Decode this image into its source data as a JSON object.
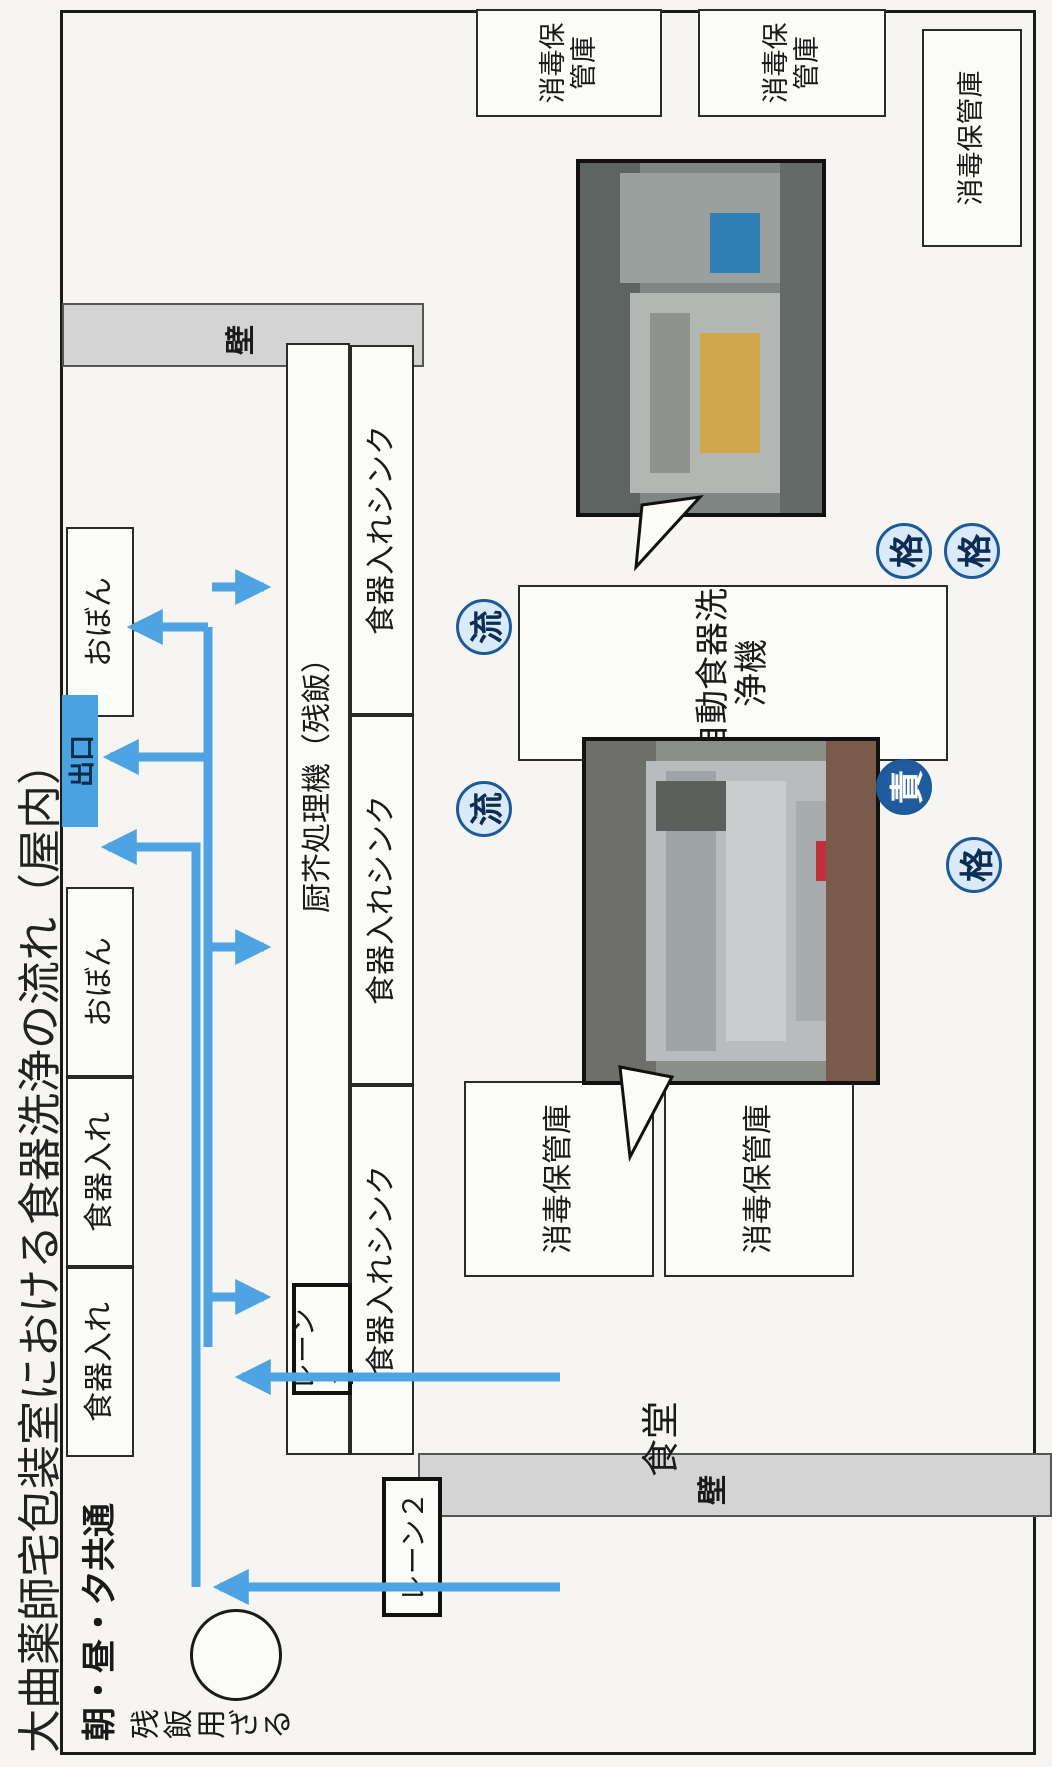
{
  "title": "大曲薬師宅包装室における食器洗浄の流れ（屋内）",
  "subtitle": "朝・昼・夕共通",
  "leftovers_label": "残飯用ざる",
  "bins": {
    "shokki_ire_1": "食器入れ",
    "shokki_ire_2": "食器入れ",
    "obon_1": "おぼん",
    "obon_2": "おぼん"
  },
  "exit_label": "出口",
  "wall_label": "壁",
  "garbage_machine": "厨芥処理機（残飯）",
  "sinks": [
    "食器入れシンク",
    "食器入れシンク",
    "食器入れシンク"
  ],
  "lanes": [
    "レーン１",
    "レーン２"
  ],
  "dining": "食堂",
  "dishwasher": "自動食器洗浄機",
  "storage": [
    "消毒保管庫",
    "消毒保管庫",
    "消毒保管庫",
    "消毒保管庫",
    "消毒保管庫"
  ],
  "badges": {
    "flow": "流",
    "check": "格",
    "resp": "責"
  },
  "colors": {
    "arrow": "#4ea4e2",
    "badge": "#1f5b9e"
  }
}
